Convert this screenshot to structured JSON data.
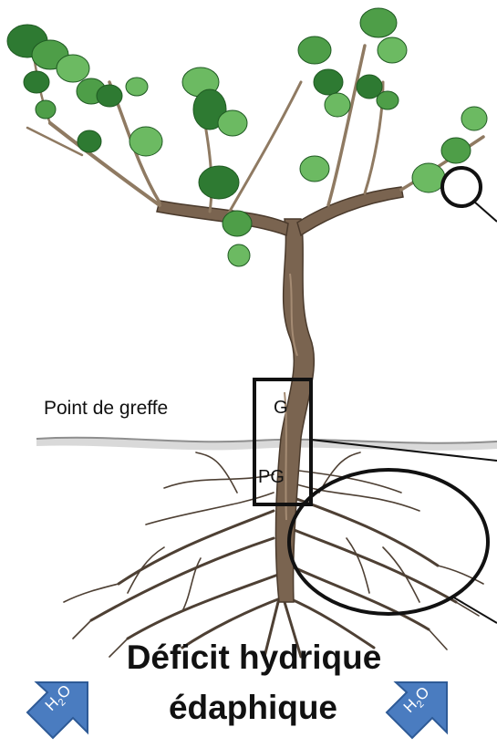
{
  "labels": {
    "graft_point": "Point de greffe",
    "scion": "G",
    "rootstock": "PG",
    "title_line1": "Déficit hydrique",
    "title_line2": "édaphique"
  },
  "water_arrows": {
    "left": {
      "formula_main": "H",
      "formula_sub": "2",
      "formula_end": "O"
    },
    "right": {
      "formula_main": "H",
      "formula_sub": "2",
      "formula_end": "O"
    }
  },
  "colors": {
    "trunk": "#7a6450",
    "leaf_dark": "#2e7a32",
    "leaf_light": "#6cba62",
    "root": "#4e4034",
    "soil_line": "#8e8e8e",
    "arrow": "#4a7cc0",
    "outline": "#111111"
  }
}
